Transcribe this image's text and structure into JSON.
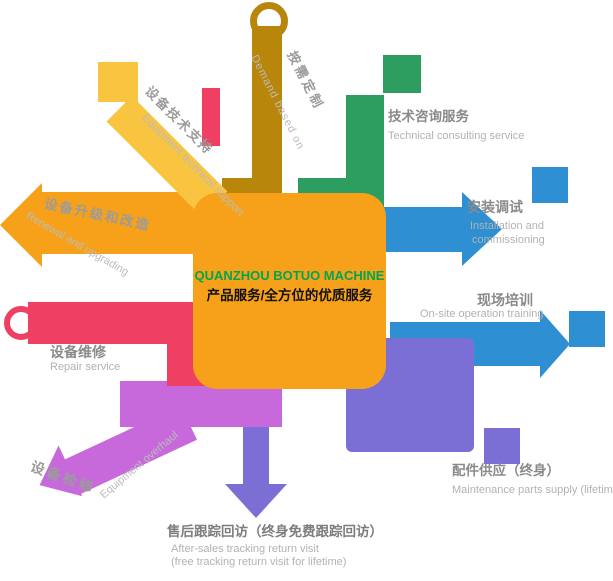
{
  "colors": {
    "center_orange": "#F7A11A",
    "gold": "#B8860B",
    "yellow": "#F9C440",
    "green": "#2E9E60",
    "blue": "#2F8FD3",
    "purple": "#7B6FD6",
    "orchid": "#C869DB",
    "red": "#EF3F63",
    "center_title_green": "#00A550",
    "label_zh_gray": "#8a8a8a",
    "label_en_gray": "#b2b2b2"
  },
  "center": {
    "line1": "QUANZHOU BOTUO MACHINE",
    "line2": "产品服务/全方位的优质服务"
  },
  "branches": {
    "demand": {
      "zh": "按需定制",
      "en": "Demand based on"
    },
    "tech_support": {
      "zh": "设备技术支持",
      "en": "Equipment technical support"
    },
    "consulting": {
      "zh": "技术咨询服务",
      "en": "Technical consulting service"
    },
    "install": {
      "zh": "安装调试",
      "en_line1": "Installation and",
      "en_line2": "commissioning"
    },
    "training": {
      "zh": "现场培训",
      "en": "On-site operation training"
    },
    "parts": {
      "zh": "配件供应（终身）",
      "en": "Maintenance parts supply (lifetime)"
    },
    "aftersales": {
      "zh": "售后跟踪回访（终身免费跟踪回访）",
      "en_line1": "After-sales tracking return visit",
      "en_line2": "(free tracking return visit for lifetime)"
    },
    "overhaul": {
      "zh": "设备检修",
      "en": "Equipment overhaul"
    },
    "repair": {
      "zh": "设备维修",
      "en": "Repair service"
    },
    "upgrade": {
      "zh": "设备升级和改造",
      "en": "Renewal and upgrading"
    }
  }
}
